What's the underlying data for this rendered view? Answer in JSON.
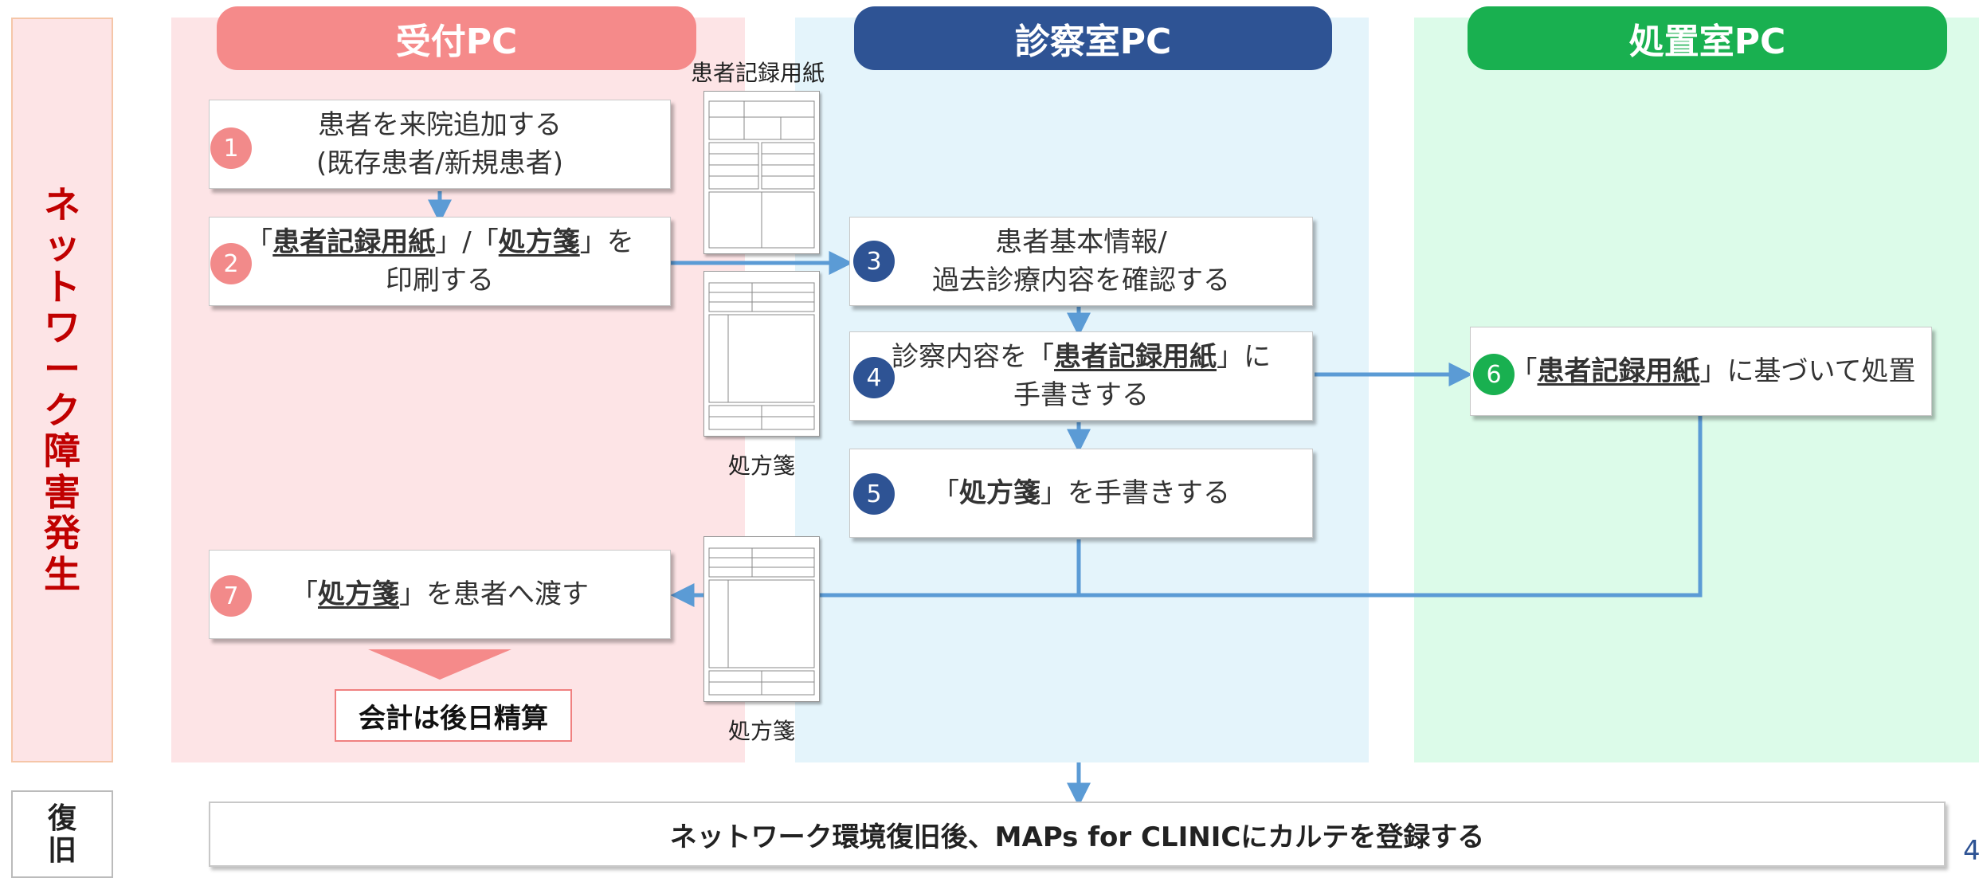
{
  "colors": {
    "lane_reception_bg": "#fde4e6",
    "lane_exam_bg": "#e4f4fb",
    "lane_treatment_bg": "#dcfbe9",
    "header_reception": "#f58a8a",
    "header_exam": "#2e5394",
    "header_treatment": "#19b050",
    "arrow": "#5b9bd5",
    "side_label_text": "#c00000"
  },
  "side_label": {
    "failure_chars": [
      "ネ",
      "ッ",
      "ト",
      "ワ",
      "ー",
      "ク",
      "障",
      "害",
      "発",
      "生"
    ],
    "recovery_chars": [
      "復",
      "旧"
    ]
  },
  "lanes": {
    "reception": "受付PC",
    "exam_room": "診察室PC",
    "treatment_room": "処置室PC"
  },
  "steps": {
    "s1": {
      "num": "1",
      "line1": "患者を来院追加する",
      "line2": "(既存患者/新規患者)"
    },
    "s2": {
      "num": "2",
      "q_open": "「",
      "bold1": "患者記録用紙",
      "mid": "」/「",
      "bold2": "処方箋",
      "q_close": "」を",
      "line2": "印刷する"
    },
    "s3": {
      "num": "3",
      "line1": "患者基本情報/",
      "line2": "過去診療内容を確認する"
    },
    "s4": {
      "num": "4",
      "pre": "診察内容を「",
      "bold": "患者記録用紙",
      "post": "」に",
      "line2": "手書きする"
    },
    "s5": {
      "num": "5",
      "pre": "「",
      "bold": "処方箋",
      "post": "」を手書きする"
    },
    "s6": {
      "num": "6",
      "pre": "「",
      "bold": "患者記録用紙",
      "post": "」に基づいて処置"
    },
    "s7": {
      "num": "7",
      "pre": "「",
      "bold": "処方箋",
      "post": "」を患者へ渡す"
    }
  },
  "accounting_note": "会計は後日精算",
  "documents": {
    "record_caption": "患者記録用紙",
    "prescription_caption_1": "処方箋",
    "prescription_caption_2": "処方箋"
  },
  "recovery_text": "ネットワーク環境復旧後、MAPs for CLINICにカルテを登録する",
  "page_number": "4"
}
